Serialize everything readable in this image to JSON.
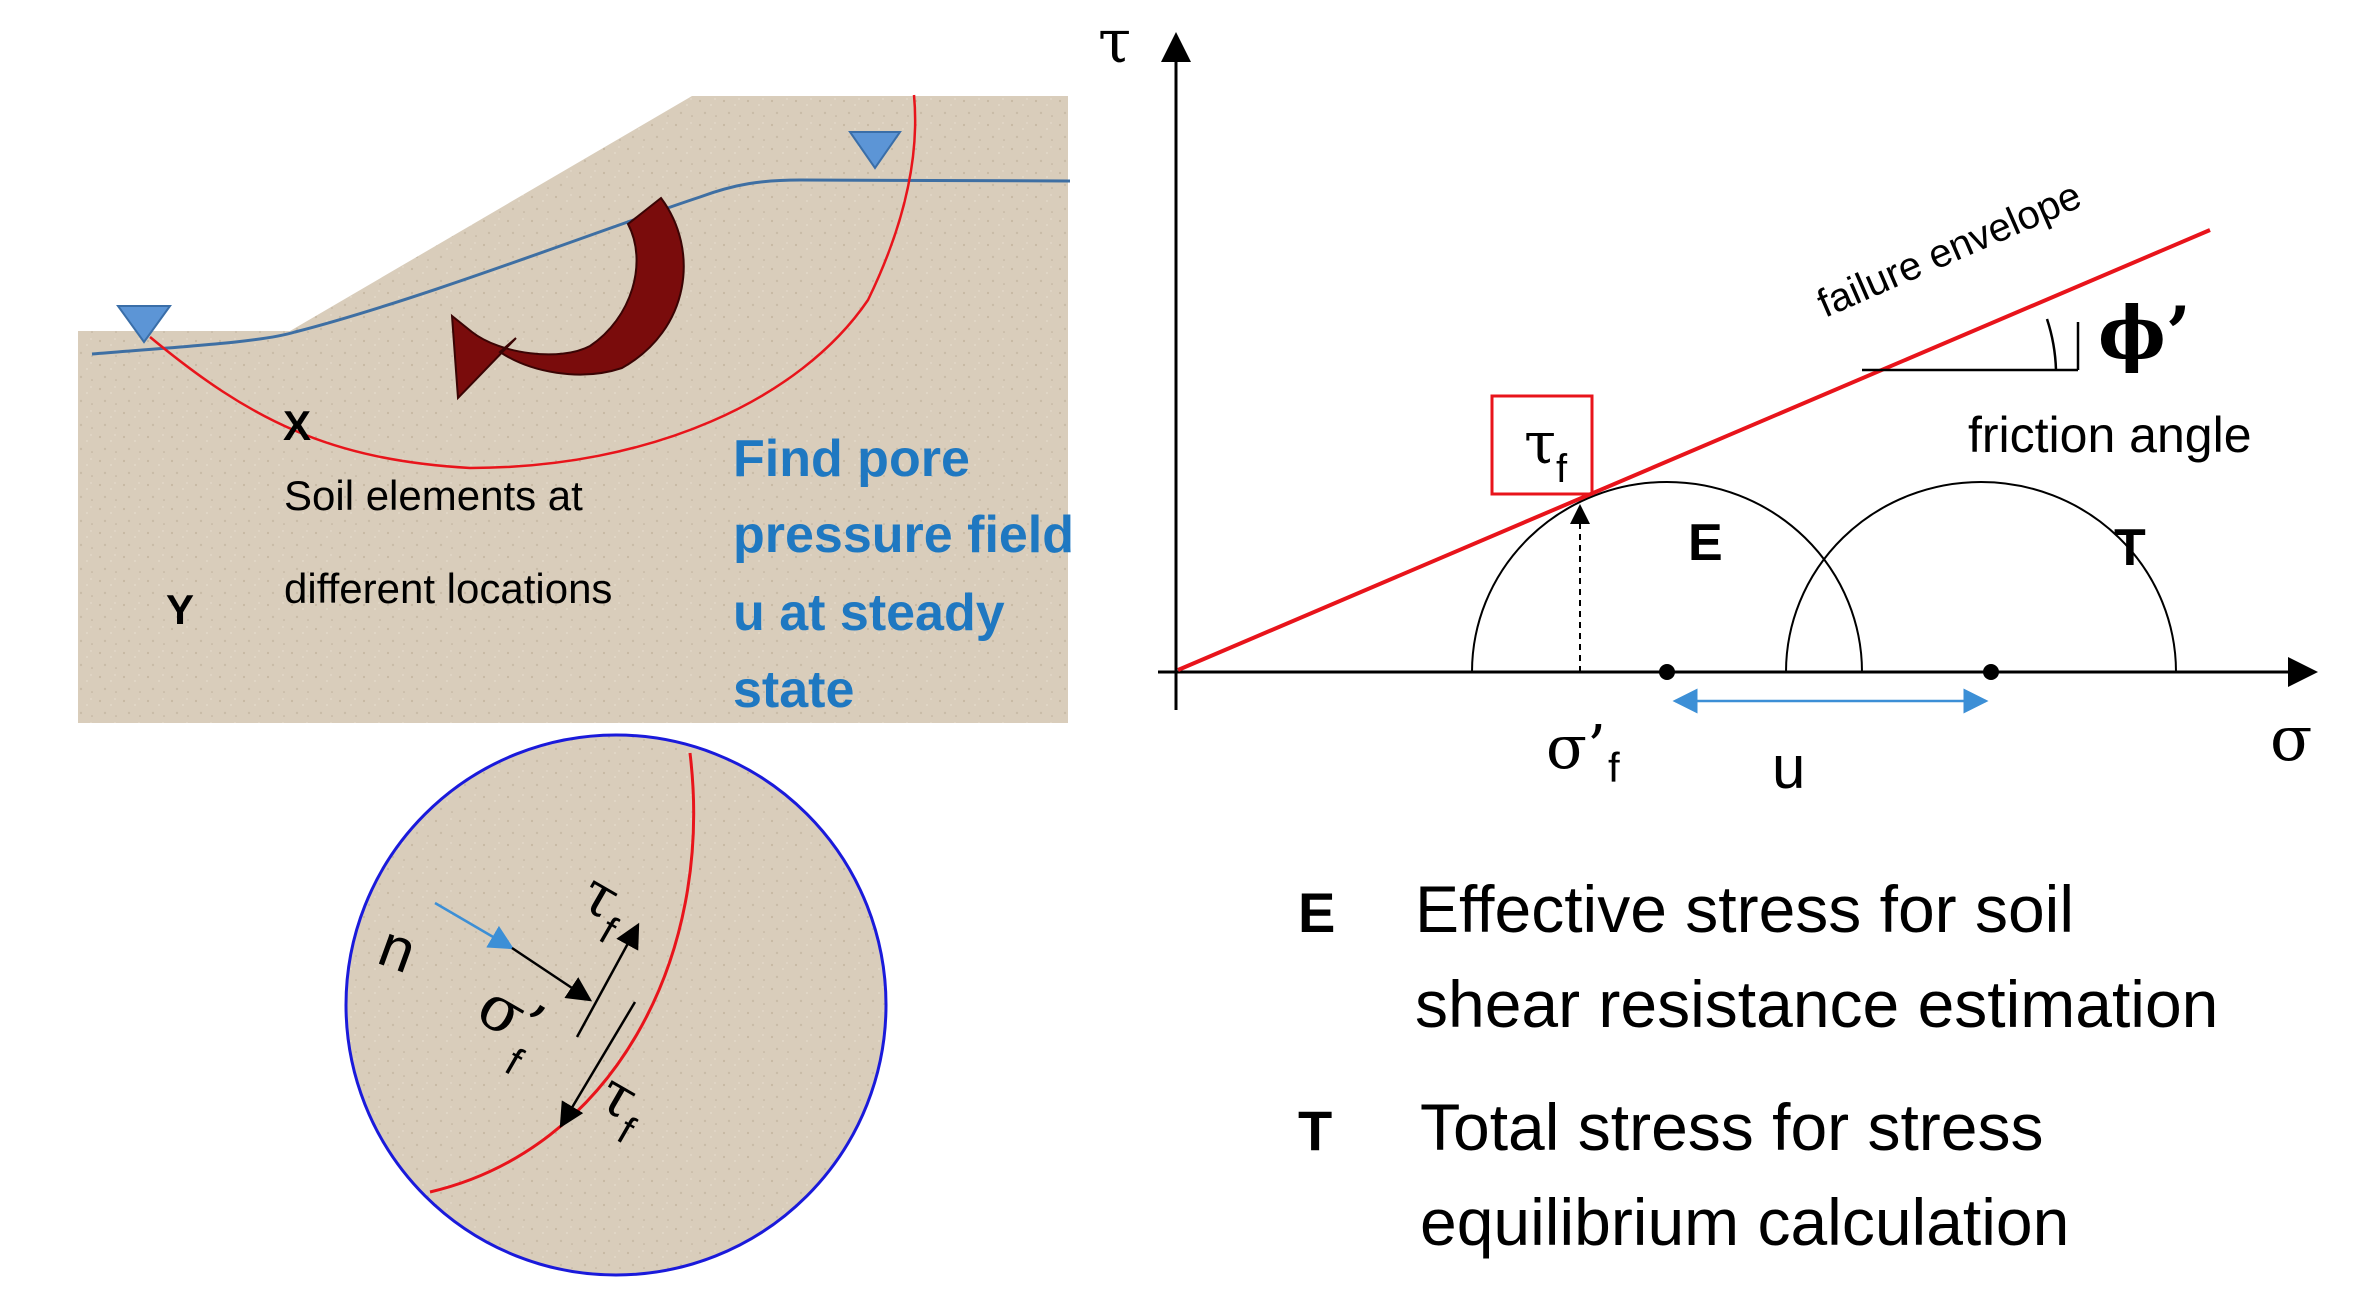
{
  "slope_panel": {
    "point_x": "X",
    "point_y": "Y",
    "soil_elements_line1": "Soil elements at",
    "soil_elements_line2": "different locations",
    "find_line1": "Find pore",
    "find_line2": "pressure field",
    "find_line3": "u at steady",
    "find_line4": "state",
    "find_color": "#1f78c1"
  },
  "element_panel": {
    "u_label": "u",
    "sigma_main": "σ’",
    "sigma_sub": "f",
    "tau_top_main": "τ",
    "tau_top_sub": "f",
    "tau_bottom_main": "τ",
    "tau_bottom_sub": "f"
  },
  "mohr_diagram": {
    "tau_axis": "τ",
    "sigma_axis": "σ",
    "failure_envelope_label": "failure envelope",
    "phi_label": "ϕ’",
    "friction_angle_label": "friction angle",
    "tau_f_main": "τ",
    "tau_f_sub": "f",
    "sigma_f_main": "σ’",
    "sigma_f_sub": "f",
    "u_label": "u",
    "circle_e_label": "E",
    "circle_t_label": "T",
    "envelope_color": "#e8141b"
  },
  "legend": {
    "e_key": "E",
    "e_line1": "Effective stress for soil",
    "e_line2": "shear resistance estimation",
    "t_key": "T",
    "t_line1": "Total stress for stress",
    "t_line2": "equilibrium calculation"
  },
  "colors": {
    "soil": "#d9cdbb",
    "water_table": "#3e6fa3",
    "slip_surface": "#e8141b",
    "rotation_arrow": "#7a0c0c",
    "element_border": "#1a1adb"
  }
}
